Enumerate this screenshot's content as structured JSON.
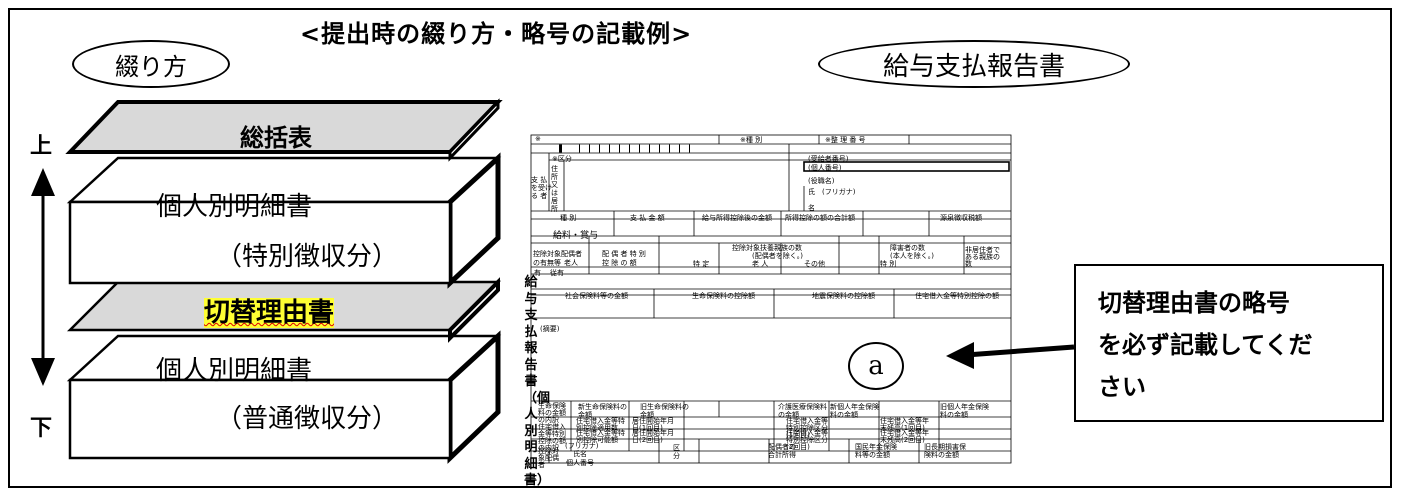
{
  "header": {
    "title": "<提出時の綴り方・略号の記載例>",
    "left_oval": "綴り方",
    "right_oval": "給与支払報告書"
  },
  "stack": {
    "top_label": "上",
    "bottom_label": "下",
    "layers": [
      {
        "text": "総括表"
      },
      {
        "text": "個人別明細書",
        "sub": "（特別徴収分）"
      },
      {
        "text": "切替理由書"
      },
      {
        "text": "個人別明細書",
        "sub": "（普通徴収分）"
      }
    ]
  },
  "form": {
    "side_label": "給与支払報告書（個人別明細書）",
    "cells": {
      "kubun": "※区分",
      "shubetsu": "※種 別",
      "seiri": "※整 理 番 号",
      "juryo": "(受給者番号)",
      "kojin": "(個人番号)",
      "yakushoku": "(役職名)",
      "furigana": "(フリガナ)",
      "shi": "氏",
      "mei": "名",
      "shiharai": "支 払\nを受け\nる 者",
      "jusho": "住所又は居所",
      "h_shubetsu": "種 別",
      "h_kingaku": "支 払 金 額",
      "h_kojogo": "給与所得控除後の金額",
      "h_kojo": "所得控除の額の合計額",
      "h_gensen": "源泉徴収税額",
      "kyuyo": "給料・賞与",
      "en": "円",
      "taisho_haigu": "控除対象配偶者",
      "umu": "の有無等",
      "roujin": "老人",
      "haigu_tokubetsu": "配 偶 者 特 別",
      "kojo_gaku": "控 除 の 額",
      "fuyou": "控除対象扶養親族の数",
      "fuyou_sub": "(配偶者を除く。)",
      "tokutei": "特 定",
      "roujin2": "老 人",
      "sonota": "その他",
      "shogai": "障害者の数",
      "shogai_sub": "(本人を除く。)",
      "tokubetsu": "特 別",
      "kyojusha": "非居住者である親族の数",
      "ari": "有",
      "juu": "従有",
      "nin": "人",
      "uchi": "内",
      "shakai": "社会保険料等の金額",
      "seimei": "生命保険料の控除額",
      "jishin": "地震保険料の控除額",
      "jutaku": "住宅借入金等特別控除の額",
      "tekiyo": "(摘要)",
      "seimei_u": "生命保険料の金額の内訳",
      "shin_seimei": "新生命保険料の金額",
      "kyu_seimei": "旧生命保険料の金額",
      "kaigo": "介護医療保険料の金額",
      "shin_nenkin": "新個人年金保険料の金額",
      "kyu_nenkin": "旧個人年金保険料の金額",
      "jutaku_u": "住宅借入金等特別控除の額の内訳",
      "tekiyou_su": "住宅借入金等特別控除適用数",
      "kyoju1": "居住開始年月日(1回目)",
      "kyoju2": "居住開始年月日(2回目)",
      "kubun1": "住宅借入金等特別控除区分(1回目)",
      "kubun2": "住宅借入金等特別控除区分(2回目)",
      "zandaka1": "住宅借入金等年末残高(1回目)",
      "zandaka2": "住宅借入金等年末残高(2回目)",
      "kanou": "住宅借入金等特別控除可能額",
      "nen": "年",
      "tsuki": "月",
      "hi": "日",
      "taisho": "控除対象配偶者",
      "shimei": "氏名",
      "kojin_bangou": "個人番号",
      "kubun_s": "区分",
      "haigusha_shotoku": "配偶者の合計所得",
      "kokumin": "国民年金保険料等の金額",
      "kyu_choki": "旧長期損害保険料の金額",
      "katen": "※"
    }
  },
  "annotation": {
    "badge": "a",
    "callout_lines": [
      "切替理由書の略号",
      "を必ず記載してくだ",
      "さい"
    ]
  },
  "colors": {
    "highlight": "#ffff33",
    "layer_top": "#d9d9d9",
    "layer_white": "#ffffff"
  }
}
